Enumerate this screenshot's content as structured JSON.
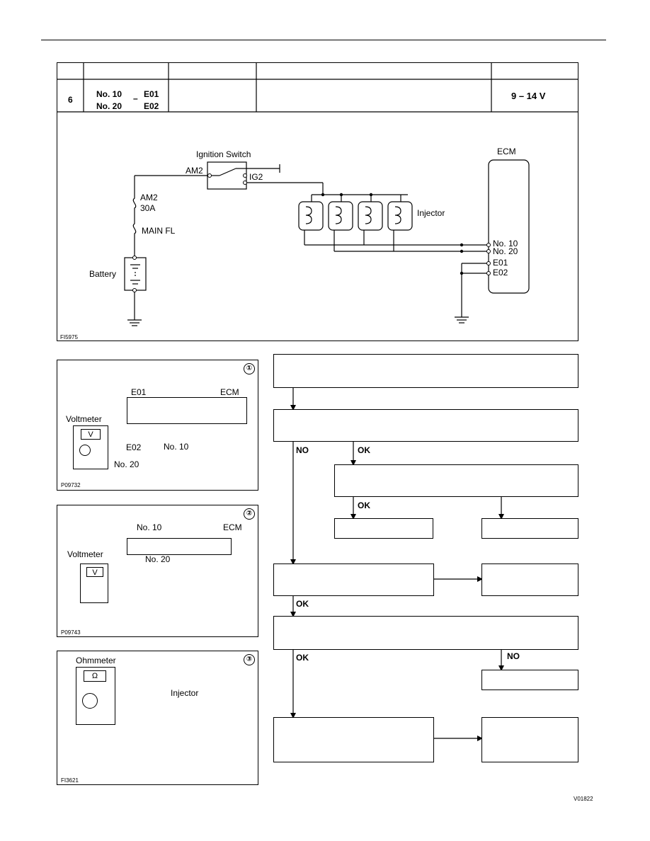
{
  "table": {
    "row_number": "6",
    "terminals_line1": "No. 10",
    "terminals_line2": "No. 20",
    "dash": "–",
    "ground1": "E01",
    "ground2": "E02",
    "voltage": "9 – 14 V",
    "figure_code": "FI5975"
  },
  "circuit": {
    "ignition_switch": "Ignition Switch",
    "am2": "AM2",
    "ig2": "IG2",
    "fuse_am2": "AM2",
    "fuse_rating": "30A",
    "main_fl": "MAIN FL",
    "battery": "Battery",
    "injector": "Injector",
    "ecm": "ECM",
    "pin_no10": "No. 10",
    "pin_no20": "No. 20",
    "pin_e01": "E01",
    "pin_e02": "E02"
  },
  "fig1": {
    "number": "①",
    "e01": "E01",
    "ecm": "ECM",
    "voltmeter": "Voltmeter",
    "v": "V",
    "e02": "E02",
    "no10": "No. 10",
    "no20": "No. 20",
    "code": "P09732"
  },
  "fig2": {
    "number": "②",
    "no10": "No. 10",
    "ecm": "ECM",
    "voltmeter": "Voltmeter",
    "v": "V",
    "no20": "No. 20",
    "code": "P09743"
  },
  "fig3": {
    "number": "③",
    "ohmmeter": "Ohmmeter",
    "omega": "Ω",
    "injector": "Injector",
    "code": "FI3621"
  },
  "flow": {
    "no": "NO",
    "ok": "OK"
  },
  "page_code": "V01822"
}
